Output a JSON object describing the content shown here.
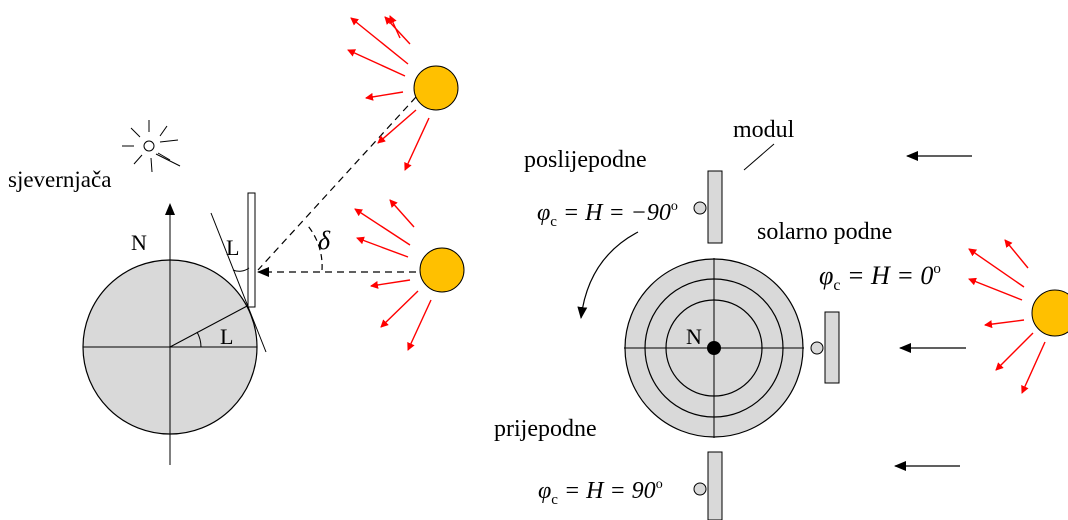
{
  "labels": {
    "sjevernjaca": "sjevernjača",
    "north_left": "N",
    "latitude_top": "L",
    "latitude_center": "L",
    "delta": "δ",
    "modul": "modul",
    "poslijepodne": "poslijepodne",
    "solarno_podne": "solarno podne",
    "prijepodne": "prijepodne",
    "north_right": "N"
  },
  "equations": {
    "afternoon": {
      "phi": "φ",
      "sub": "c",
      "rest": " = H = −90",
      "deg": "o"
    },
    "noon": {
      "phi": "φ",
      "sub": "c",
      "rest": " = H = 0",
      "deg": "o"
    },
    "morning": {
      "phi": "φ",
      "sub": "c",
      "rest": " = H = 90",
      "deg": "o"
    }
  },
  "colors": {
    "earth_fill": "#d9d9d9",
    "sun_fill": "#ffc000",
    "sun_stroke": "#000000",
    "ray": "#ff0000",
    "line": "#000000"
  }
}
